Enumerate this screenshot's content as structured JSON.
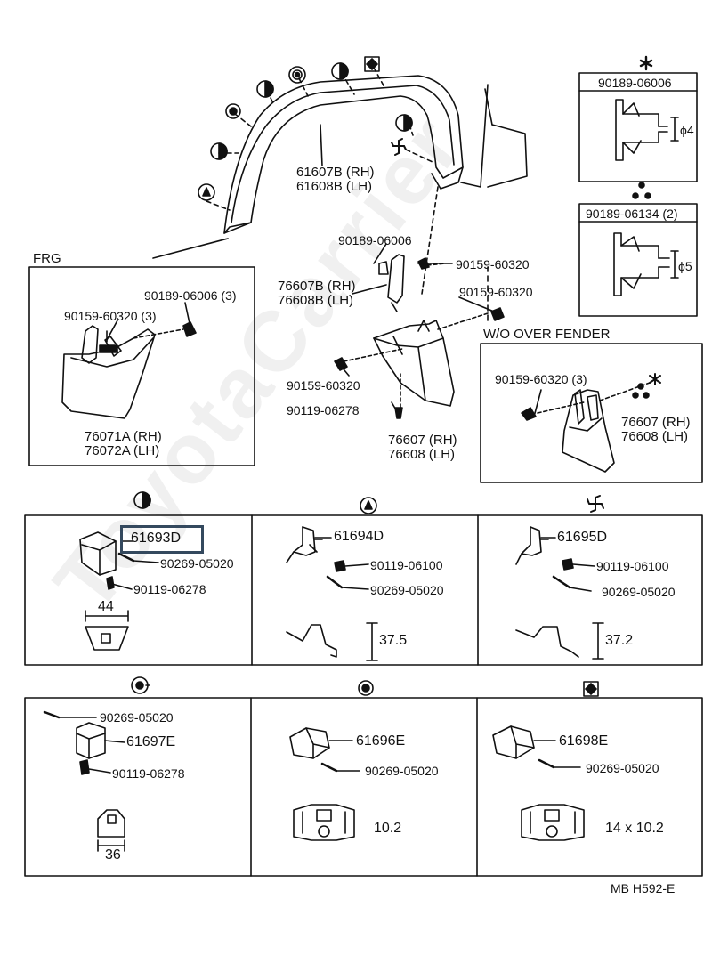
{
  "watermark": "ToyotaCarrier",
  "footer": "MB  H592-E",
  "top": {
    "fender_rh": "61607B (RH)",
    "fender_lh": "61608B (LH)",
    "bracket_clip": "90189-06006",
    "bracket_bolt": "90159-60320",
    "bracket_rh": "76607B (RH)",
    "bracket_lh": "76608B (LH)",
    "bolt_right": "90159-60320",
    "bolt_left": "90159-60320",
    "screw": "90119-06278",
    "flap_rh": "76607 (RH)",
    "flap_lh": "76608 (LH)"
  },
  "clip_box_1": {
    "part": "90189-06006",
    "dim": "ϕ4"
  },
  "clip_box_2": {
    "part": "90189-06134 (2)",
    "dim": "ϕ5"
  },
  "frg": {
    "title": "FRG",
    "clip": "90189-06006 (3)",
    "bolt": "90159-60320 (3)",
    "flap_rh": "76071A (RH)",
    "flap_lh": "76072A (LH)"
  },
  "wo": {
    "title": "W/O OVER  FENDER",
    "bolt": "90159-60320 (3)",
    "flap_rh": "76607 (RH)",
    "flap_lh": "76608 (LH)"
  },
  "cells": [
    {
      "part": "61693D",
      "a": "90269-05020",
      "b": "90119-06278",
      "dim": "44"
    },
    {
      "part": "61694D",
      "a": "90119-06100",
      "b": "90269-05020",
      "dim": "37.5"
    },
    {
      "part": "61695D",
      "a": "90119-06100",
      "b": "90269-05020",
      "dim": "37.2"
    },
    {
      "part": "61697E",
      "a": "90269-05020",
      "b": "90119-06278",
      "dim": "36"
    },
    {
      "part": "61696E",
      "a": "90269-05020",
      "dim": "10.2"
    },
    {
      "part": "61698E",
      "a": "90269-05020",
      "dim": "14 x 10.2"
    }
  ]
}
